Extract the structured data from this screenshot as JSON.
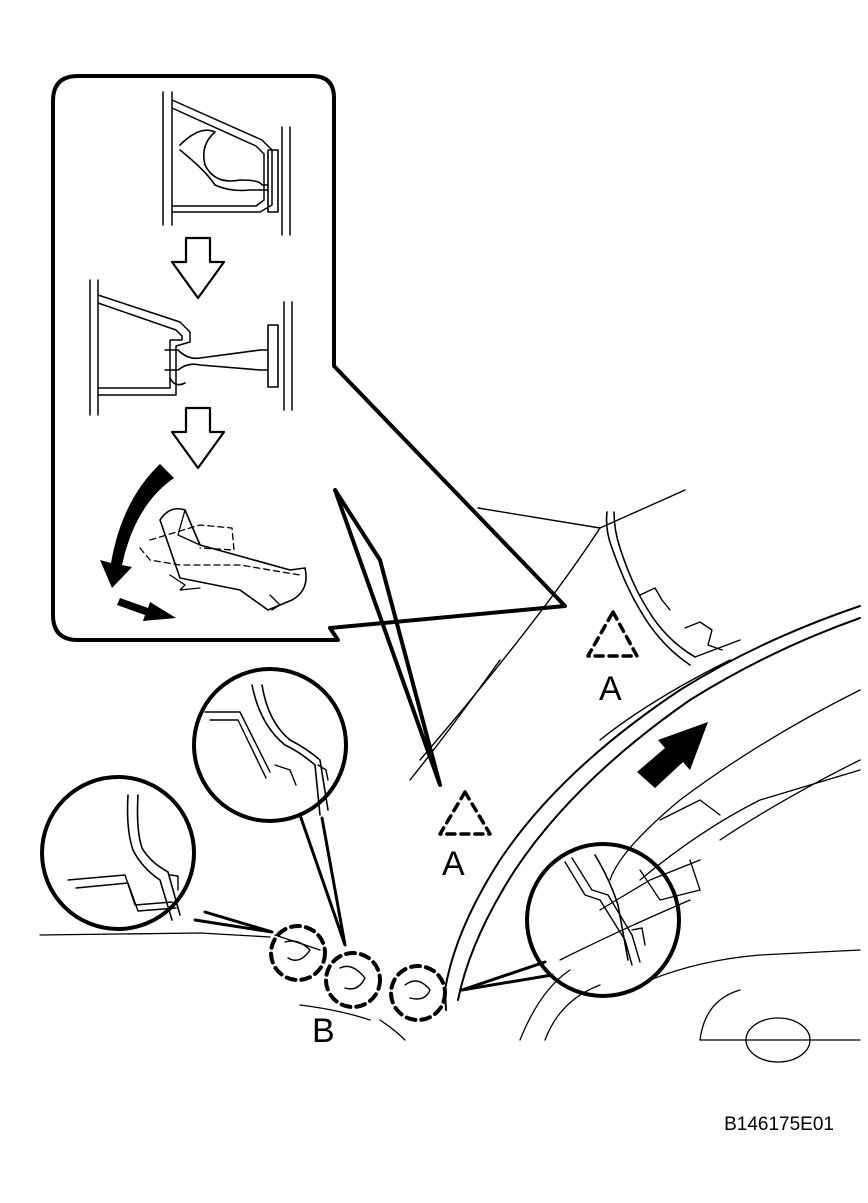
{
  "labels": {
    "a_upper": "A",
    "a_lower": "A",
    "b": "B",
    "figure_code": "B146175E01"
  },
  "colors": {
    "line": "#000000",
    "background": "#ffffff"
  },
  "icons": {
    "down_arrow_1": "hollow-down-arrow-icon",
    "down_arrow_2": "hollow-down-arrow-icon",
    "rotate_arrow": "curved-arrow-icon",
    "pull_arrow": "pull-arrow-icon",
    "move_arrow": "solid-arrow-icon",
    "marker_a_upper": "dashed-triangle-icon",
    "marker_a_lower": "dashed-triangle-icon"
  }
}
